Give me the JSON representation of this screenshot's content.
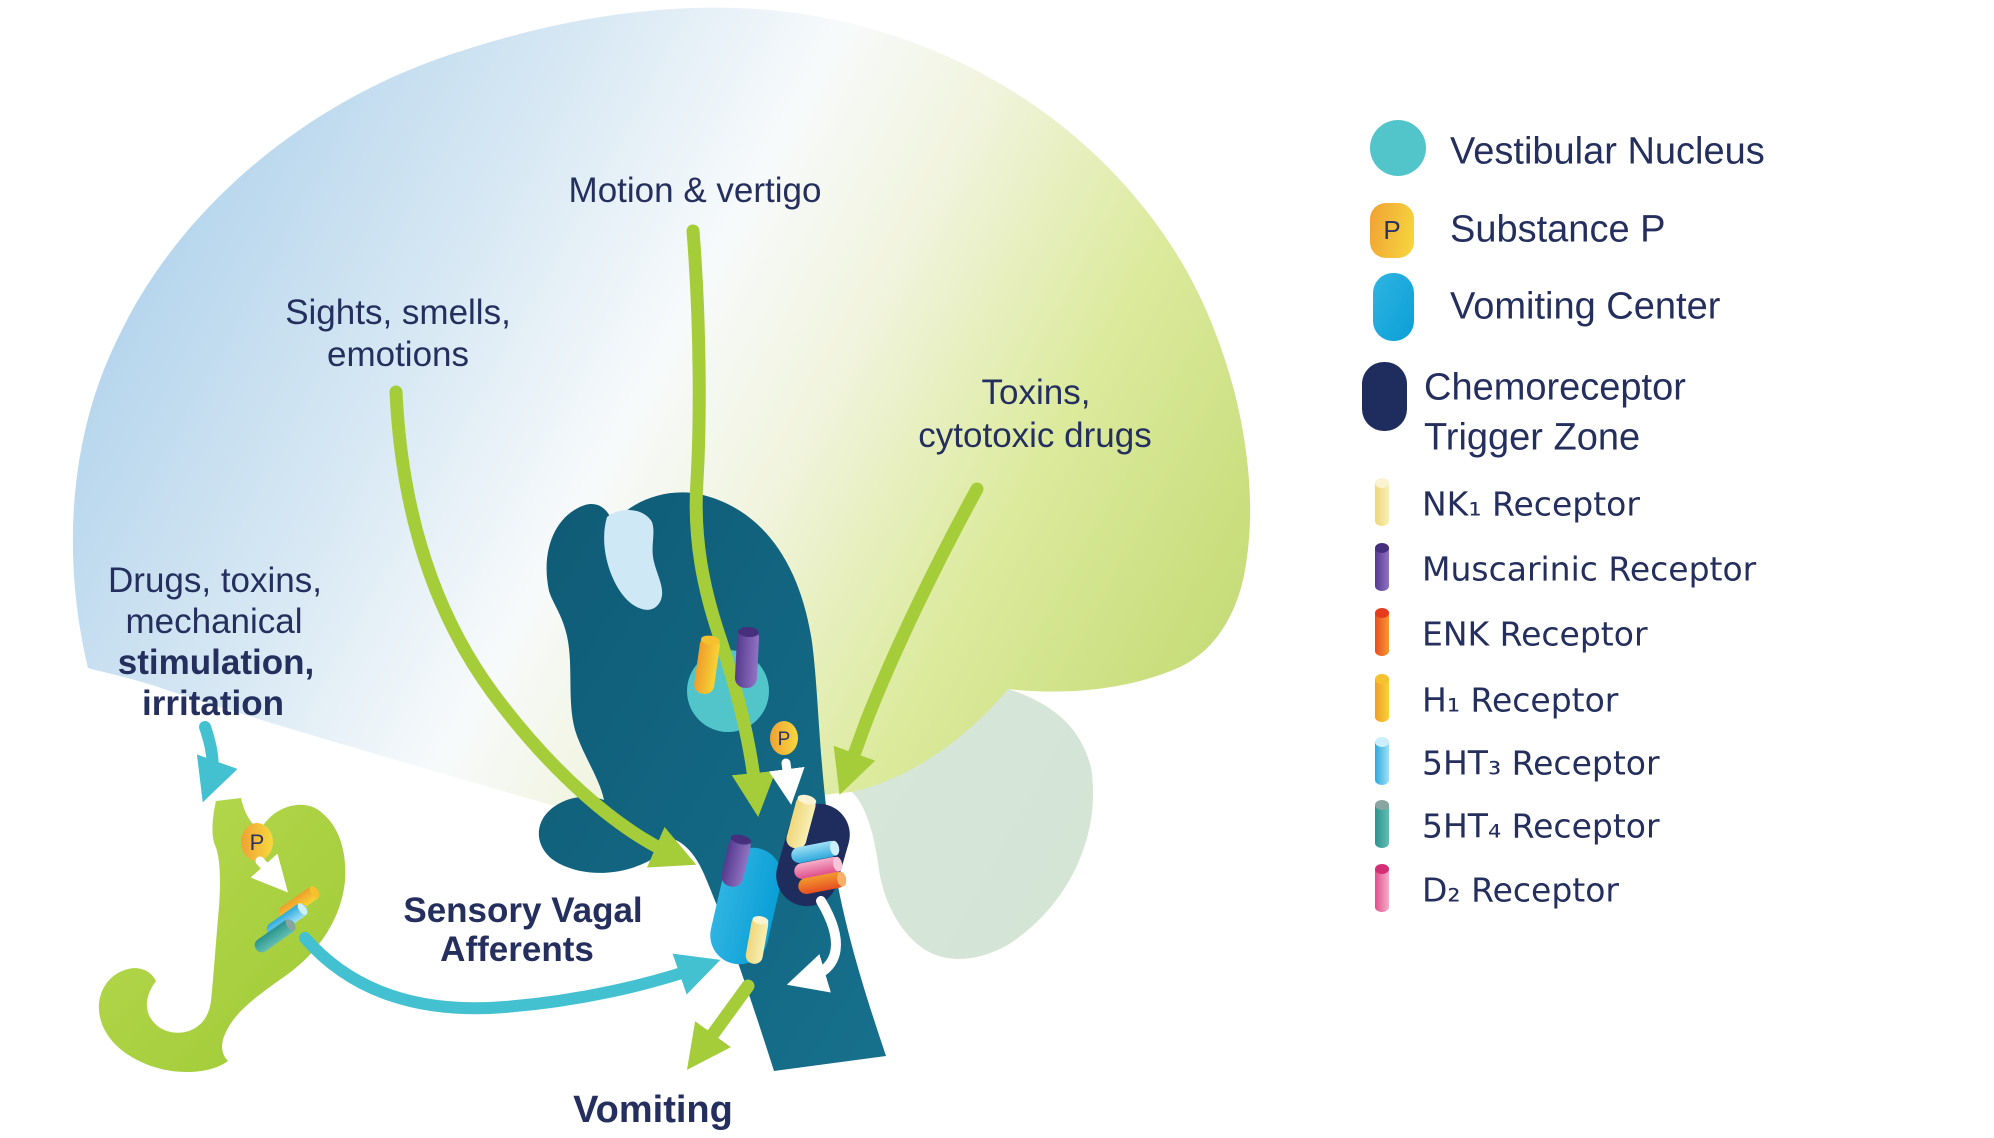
{
  "badges": {
    "substance_p": "P"
  },
  "pathway_labels": {
    "motion": "Motion & vertigo",
    "sights": [
      "Sights, smells,",
      "emotions"
    ],
    "toxins": [
      "Toxins,",
      "cytotoxic drugs"
    ],
    "drugs": [
      "Drugs, toxins,",
      "mechanical",
      "stimulation,",
      "irritation"
    ],
    "vagal": [
      "Sensory Vagal",
      "Afferents"
    ],
    "vomiting": "Vomiting"
  },
  "legend": {
    "items": [
      {
        "label": "Vestibular Nucleus",
        "icon": "circle",
        "color": "#52c5cb"
      },
      {
        "label": "Substance P",
        "icon": "rounded-badge",
        "badge": "P",
        "color_start": "#f0a134",
        "color_end": "#f7d83e"
      },
      {
        "label": "Vomiting Center",
        "icon": "pill",
        "color": "#0aa3d8"
      },
      {
        "label": "Chemoreceptor",
        "label2": "Trigger Zone",
        "icon": "pill",
        "color": "#1e2d5d"
      },
      {
        "label": "NK₁ Receptor",
        "icon": "cylinder",
        "color_start": "#efd77b",
        "color_end": "#f7efb4",
        "cap": "#faf3d2"
      },
      {
        "label": "Muscarinic Receptor",
        "icon": "cylinder",
        "color_start": "#553a8e",
        "color_end": "#9173c3",
        "cap": "#46307e"
      },
      {
        "label": "ENK Receptor",
        "icon": "cylinder",
        "color_start": "#e84e22",
        "color_end": "#f29a2e",
        "cap": "#e33d1d"
      },
      {
        "label": "H₁ Receptor",
        "icon": "cylinder",
        "color_start": "#ef9d2a",
        "color_end": "#f7d435",
        "cap": "#f5c12f"
      },
      {
        "label": "5HT₃ Receptor",
        "icon": "cylinder",
        "color_start": "#2fa9dd",
        "color_end": "#9fe0f6",
        "cap": "#cdeffb"
      },
      {
        "label": "5HT₄ Receptor",
        "icon": "cylinder",
        "color_start": "#2a948d",
        "color_end": "#62beb3",
        "cap": "#8aa49f"
      },
      {
        "label": "D₂ Receptor",
        "icon": "cylinder",
        "color_start": "#df4e8b",
        "color_end": "#f6aec9",
        "cap": "#d32f74"
      }
    ]
  },
  "structures": {
    "vestibular_nucleus_color": "#52c5cb",
    "vomiting_center_color": "#0aa3d8",
    "chemoreceptor_trigger_zone_color": "#1e2d5d",
    "brainstem_color": "#115e79",
    "stomach_color": "#a6ce3c",
    "green_arrow_color": "#a5cc39",
    "teal_arrow_color": "#44c1d1",
    "text_color": "#242f5e"
  }
}
